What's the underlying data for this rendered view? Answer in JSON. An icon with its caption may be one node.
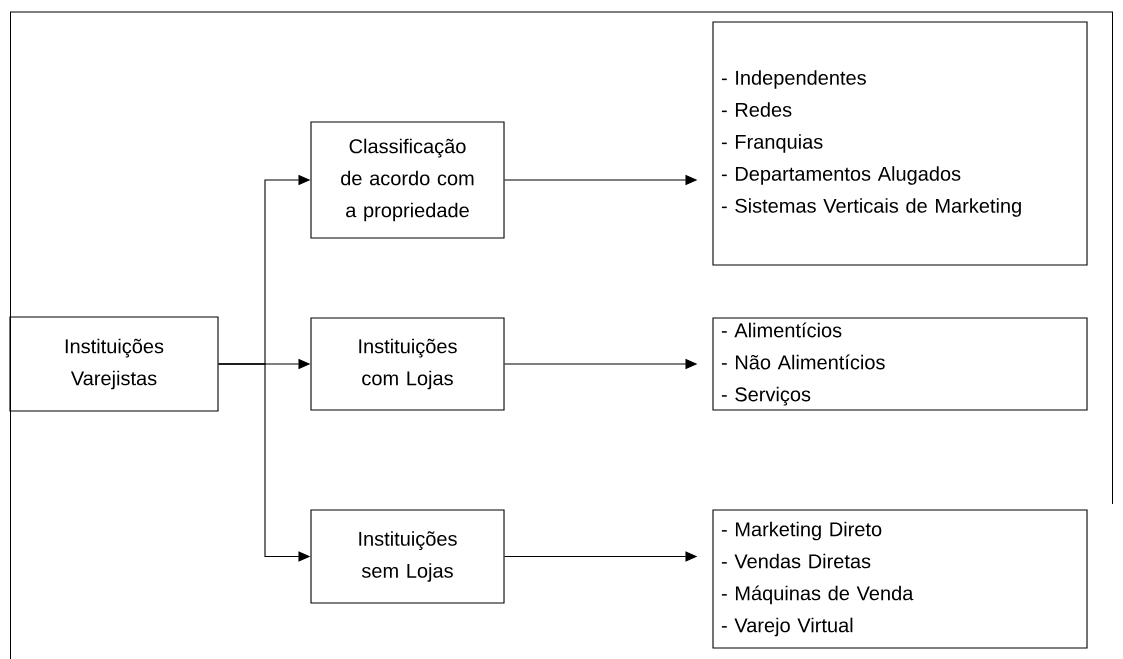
{
  "diagram": {
    "nodes": [
      {
        "text": [
          "Instituições Varejistas"
        ]
      },
      {
        "text": [
          "Classificação de acordo com a propriedade"
        ]
      },
      {
        "text": [
          "Instituições com Lojas"
        ]
      },
      {
        "text": [
          "Instituições sem Lojas"
        ]
      },
      {
        "text": [
          "- Independentes",
          "- Redes",
          "- Franquias",
          "- Departamentos Alugados",
          "- Sistemas Verticais de Marketing"
        ]
      },
      {
        "text": [
          "- Alimentícios",
          "- Não Alimentícios",
          "- Serviços"
        ]
      },
      {
        "text": [
          "- Marketing Direto",
          "- Vendas Diretas",
          "- Máquinas de Venda",
          "- Varejo Virtual"
        ]
      }
    ],
    "edges": [
      {
        "from": 0,
        "to": 1,
        "arrow": "to"
      },
      {
        "from": 0,
        "to": 2,
        "arrow": "to"
      },
      {
        "from": 0,
        "to": 3,
        "arrow": "to"
      },
      {
        "from": 1,
        "to": 4,
        "arrow": "to"
      },
      {
        "from": 2,
        "to": 5,
        "arrow": "to"
      },
      {
        "from": 3,
        "to": 6,
        "arrow": "to"
      }
    ]
  }
}
